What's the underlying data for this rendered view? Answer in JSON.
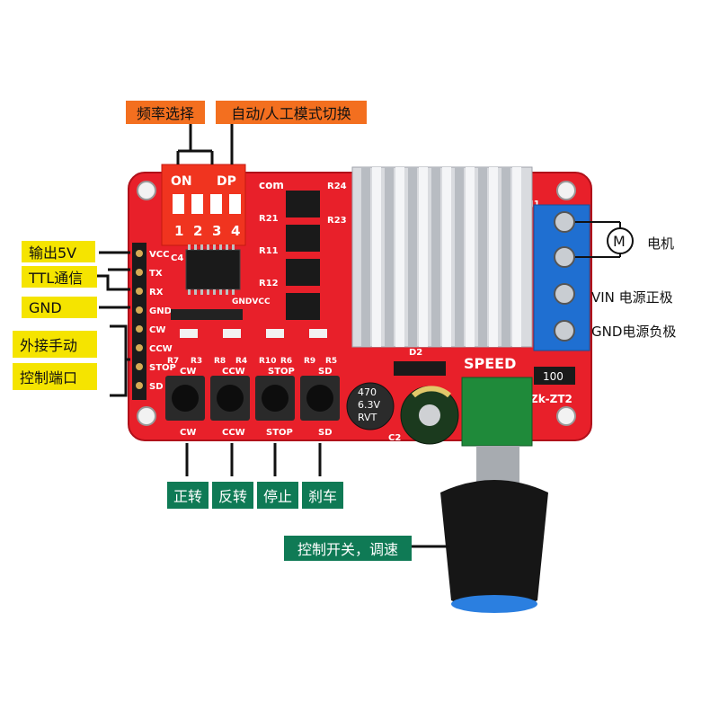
{
  "top_labels": {
    "freq_select": "频率选择",
    "auto_manual": "自动/人工模式切换"
  },
  "left_labels": {
    "out_5v": "输出5V",
    "ttl": "TTL通信",
    "gnd": "GND",
    "ext_manual_line1": "外接手动",
    "ext_manual_line2": "控制端口"
  },
  "right_labels": {
    "motor": "电机",
    "motor_symbol": "M",
    "vin": "VIN 电源正极",
    "gnd": "GND电源负极"
  },
  "bottom_labels": {
    "forward": "正转",
    "reverse": "反转",
    "stop": "停止",
    "brake": "刹车",
    "pot": "控制开关，调速"
  },
  "board": {
    "dip_on": "ON",
    "dip_dp": "DP",
    "dip_numbers": [
      "1",
      "2",
      "3",
      "4"
    ],
    "com": "com",
    "pins_left": [
      "VCC",
      "TX",
      "RX",
      "GND",
      "CW",
      "CCW",
      "STOP",
      "SD"
    ],
    "buttons_top": [
      "CW",
      "CCW",
      "STOP",
      "SD"
    ],
    "buttons_bottom": [
      "CW",
      "CCW",
      "STOP",
      "SD"
    ],
    "speed": "SPEED",
    "resistor_value": "100",
    "model": "Zk-ZT2",
    "cap_text": [
      "470",
      "6.3V",
      "RVT"
    ],
    "refs": [
      "R24",
      "R21",
      "R23",
      "R11",
      "R12",
      "C4",
      "GNDVCC",
      "C2",
      "D2",
      "J1",
      "R7",
      "R3",
      "R8",
      "R4",
      "R10",
      "R6",
      "R9",
      "R5"
    ]
  },
  "colors": {
    "pcb": "#e8202a",
    "orange_label": "#f36f1f",
    "yellow_label": "#f5e400",
    "green_label": "#0f7a55",
    "terminal_blue": "#1f6fd1",
    "heatsink": "#d9dbdf",
    "pot_green": "#1f8a3a"
  }
}
